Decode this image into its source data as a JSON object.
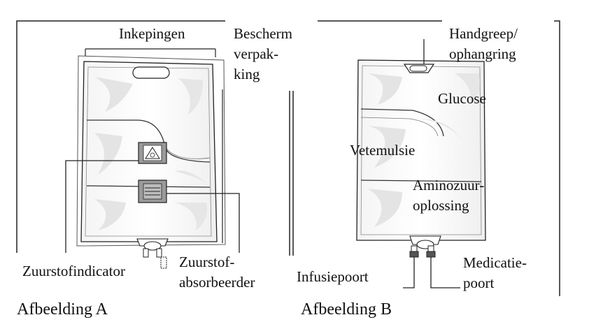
{
  "figure_a": {
    "caption": "Afbeelding A",
    "labels": {
      "inkepingen": "Inkepingen",
      "bescherm_1": "Bescherm",
      "bescherm_2": "verpak-",
      "bescherm_3": "king",
      "zuurstofindicator": "Zuurstofindicator",
      "absorbeerder_1": "Zuurstof-",
      "absorbeerder_2": "absorbeerder"
    }
  },
  "figure_b": {
    "caption": "Afbeelding B",
    "labels": {
      "handgreep_1": "Handgreep/",
      "handgreep_2": "ophangring",
      "glucose": "Glucose",
      "vetemulsie": "Vetemulsie",
      "aminozuur_1": "Aminozuur-",
      "aminozuur_2": "oplossing",
      "infusiepoort": "Infusiepoort",
      "medicatie_1": "Medicatie-",
      "medicatie_2": "poort"
    }
  },
  "colors": {
    "line": "#222222",
    "bag_fill": "#e9e9e9",
    "indicator_fill": "#9a9a9a"
  }
}
